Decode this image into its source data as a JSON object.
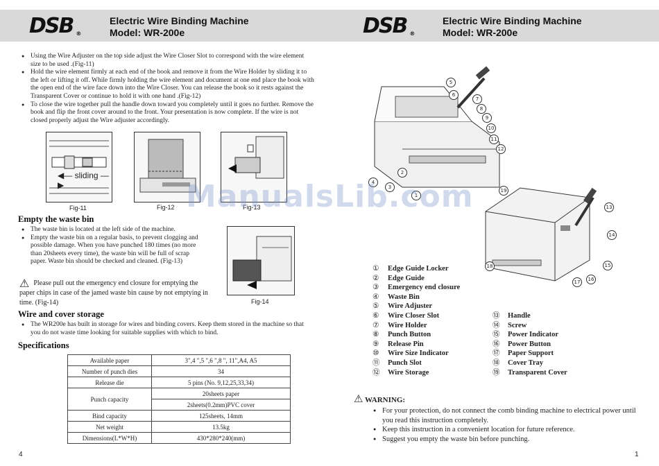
{
  "header": {
    "logo": "DSB",
    "reg": "®",
    "title": "Electric Wire Binding Machine",
    "model": "Model: WR-200e"
  },
  "left": {
    "bullets": [
      "Using the Wire Adjuster on the top side adjust the Wire Closer Slot to correspond with the wire element size to be used .(Fig-11)",
      "Hold the wire element firmly at each end of the book and remove it from the Wire Holder by sliding it to the left or lifting it off. While firmly holding the wire element and document at one end place the book with the open end of the wire face down into the Wire Closer. You can release the book so it rests against the Transparent Cover or continue to hold it with one hand .(Fig-12)",
      "To close the wire together pull the handle down toward you completely until it goes no further. Remove the book and flip the front cover around to the front. Your presentation is now complete. If the wire is not closed properly adjust the Wire adjuster accordingly."
    ],
    "fig11": {
      "caption": "Fig-11",
      "sliding": "sliding"
    },
    "fig12": {
      "caption": "Fig-12"
    },
    "fig13": {
      "caption": "Fig-13"
    },
    "waste_title": "Empty the waste bin",
    "waste_bullets": [
      "The waste bin is located at the left side of the machine.",
      "Empty the waste bin on a regular basis, to prevent clogging and possible damage. When you have punched 180 times (no more than 20sheets every time), the waste bin will be full of scrap paper. Waste bin should be checked and cleaned. (Fig-13)"
    ],
    "waste_warning": "Please pull out the emergency end closure for emptying the paper chips in case of  the jamed waste bin cause by not emptying in time. (Fig-14)",
    "fig14": {
      "caption": "Fig-14"
    },
    "storage_title": "Wire and cover storage",
    "storage_bullet": "The WR200e has built in storage for wires and binding covers. Keep them stored in the machine so that you do not waste time looking for suitable supplies with which to bind.",
    "spec_title": "Specifications",
    "specs": {
      "r1": {
        "k": "Available paper",
        "v": "3\",4 \",5 \",6 \",8 \", 11\",A4,  A5"
      },
      "r2": {
        "k": "Number of punch dies",
        "v": "34"
      },
      "r3": {
        "k": "Release die",
        "v": "5 pins (No. 9,12,25,33,34)"
      },
      "r4": {
        "k": "Punch capacity",
        "v1": "20sheets paper",
        "v2": "2sheets(0.2mm)PVC cover"
      },
      "r5": {
        "k": "Bind capacity",
        "v": "125sheets, 14mm"
      },
      "r6": {
        "k": "Net weight",
        "v": "13.5kg"
      },
      "r7": {
        "k": "Dimensions(L*W*H)",
        "v": "430*280*240(mm)"
      }
    },
    "page_number": "4"
  },
  "right": {
    "parts_col1": [
      {
        "n": "①",
        "label": "Edge Guide Locker"
      },
      {
        "n": "②",
        "label": "Edge Guide"
      },
      {
        "n": "③",
        "label": "Emergency end closure"
      },
      {
        "n": "④",
        "label": "Waste Bin"
      },
      {
        "n": "⑤",
        "label": "Wire Adjuster"
      },
      {
        "n": "⑥",
        "label": "Wire Closer Slot"
      },
      {
        "n": "⑦",
        "label": "Wire Holder"
      },
      {
        "n": "⑧",
        "label": "Punch Button"
      },
      {
        "n": "⑨",
        "label": "Release Pin"
      },
      {
        "n": "⑩",
        "label": "Wire Size Indicator"
      },
      {
        "n": "⑪",
        "label": "Punch Slot"
      },
      {
        "n": "⑫",
        "label": "Wire Storage"
      }
    ],
    "parts_col2": [
      {
        "n": "⑬",
        "label": "Handle"
      },
      {
        "n": "⑭",
        "label": "Screw"
      },
      {
        "n": "⑮",
        "label": "Power Indicator"
      },
      {
        "n": "⑯",
        "label": "Power Button"
      },
      {
        "n": "⑰",
        "label": "Paper Support"
      },
      {
        "n": "⑱",
        "label": "Cover Tray"
      },
      {
        "n": "⑲",
        "label": "Transparent Cover"
      }
    ],
    "warning_title": "WARNING:",
    "warnings": [
      "For your protection, do not connect the comb binding machine to electrical power until you read this instruction completely.",
      "Keep this instruction in a convenient location for future reference.",
      "Suggest you empty the waste bin before punching."
    ],
    "page_number": "1"
  },
  "watermark": "ManualsLib.com"
}
